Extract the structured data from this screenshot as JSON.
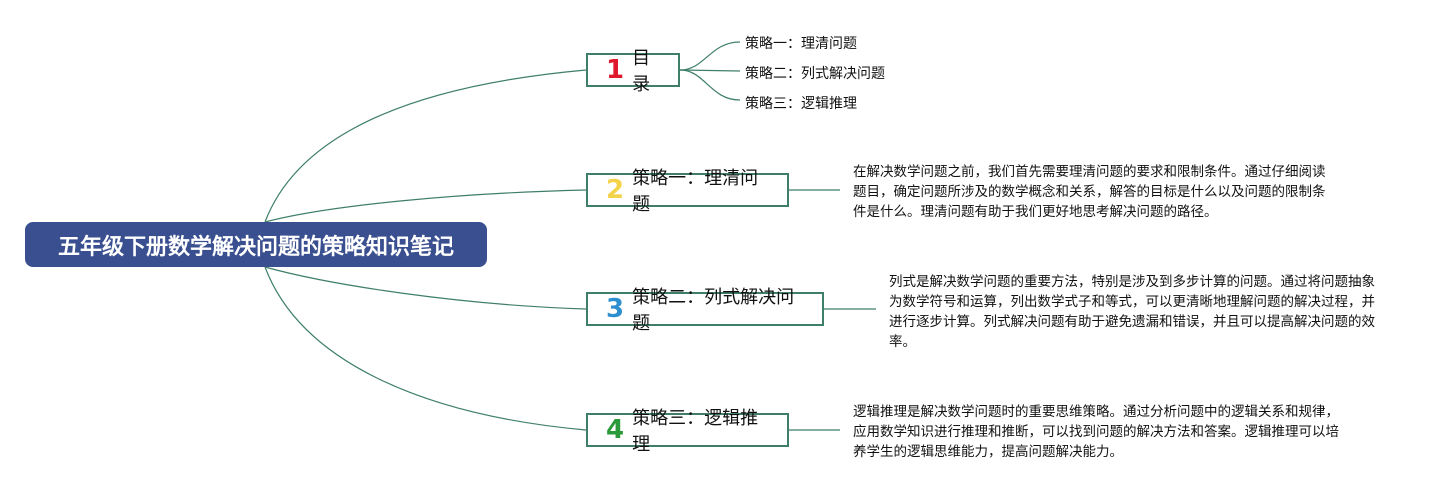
{
  "root": {
    "title": "五年级下册数学解决问题的策略知识笔记"
  },
  "branches": [
    {
      "number": "1",
      "color": "#e0182d",
      "label": "目录"
    },
    {
      "number": "2",
      "color": "#f3d34a",
      "label": "策略一：理清问题"
    },
    {
      "number": "3",
      "color": "#2e8fd0",
      "label": "策略二：列式解决问题"
    },
    {
      "number": "4",
      "color": "#2a9a3a",
      "label": "策略三：逻辑推理"
    }
  ],
  "toc": [
    "策略一：理清问题",
    "策略二：列式解决问题",
    "策略三：逻辑推理"
  ],
  "descriptions": {
    "strategy1": "在解决数学问题之前，我们首先需要理清问题的要求和限制条件。通过仔细阅读题目，确定问题所涉及的数学概念和关系，解答的目标是什么以及问题的限制条件是什么。理清问题有助于我们更好地思考解决问题的路径。",
    "strategy2": "列式是解决数学问题的重要方法，特别是涉及到多步计算的问题。通过将问题抽象为数学符号和运算，列出数学式子和等式，可以更清晰地理解问题的解决过程，并进行逐步计算。列式解决问题有助于避免遗漏和错误，并且可以提高解决问题的效率。",
    "strategy3": "逻辑推理是解决数学问题时的重要思维策略。通过分析问题中的逻辑关系和规律，应用数学知识进行推理和推断，可以找到问题的解决方法和答案。逻辑推理可以培养学生的逻辑思维能力，提高问题解决能力。"
  },
  "colors": {
    "root_bg": "#3a4f8f",
    "line": "#3f7f6a",
    "node_border": "#3f7f6a"
  }
}
